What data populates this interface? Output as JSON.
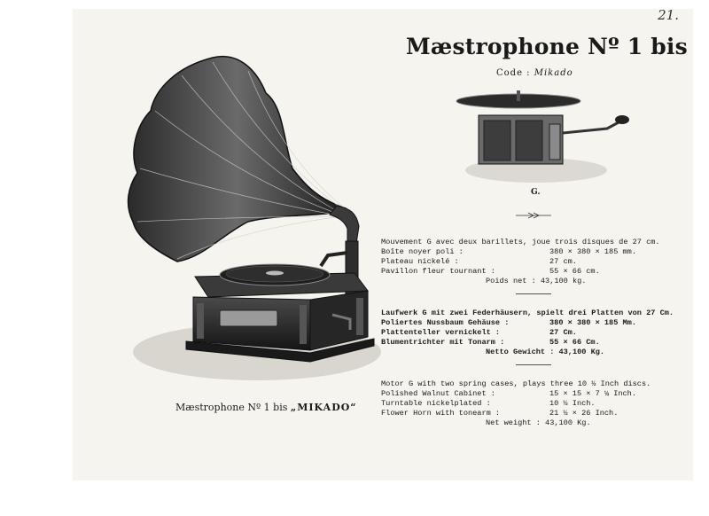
{
  "page_number": "21.",
  "title": "Mæstrophone Nº 1 bis",
  "code": {
    "label": "Code :",
    "value": "Mikado"
  },
  "figure_label": "G.",
  "main_caption": {
    "prefix": "Mæstrophone Nº 1 bis",
    "model": "„MIKADO“"
  },
  "specs_fr": {
    "intro": "Mouvement G avec deux barillets, joue trois disques de 27 cm.",
    "rows": [
      {
        "label": "Boîte noyer poli :",
        "value": "380 × 380 × 185 mm."
      },
      {
        "label": "Plateau nickelé :",
        "value": "27 cm."
      },
      {
        "label": "Pavillon fleur tournant :",
        "value": "55 × 66 cm."
      }
    ],
    "total": "Poids net : 43,100 kg."
  },
  "specs_de": {
    "intro": "Laufwerk G mit zwei Federhäusern, spielt drei Platten von 27 Cm.",
    "rows": [
      {
        "label": "Poliertes Nussbaum Gehäuse :",
        "value": "380 × 380 × 185 Mm."
      },
      {
        "label": "Plattenteller vernickelt :",
        "value": "27 Cm."
      },
      {
        "label": "Blumentrichter mit Tonarm :",
        "value": "55 × 66 Cm."
      }
    ],
    "total": "Netto Gewicht : 43,100 Kg."
  },
  "specs_en": {
    "intro": "Motor G with two spring cases, plays three 10 ½ Inch discs.",
    "rows": [
      {
        "label": "Polished Walnut Cabinet :",
        "value": "15 × 15 × 7 ¼ Inch."
      },
      {
        "label": "Turntable nickelplated :",
        "value": "10 ½ Inch."
      },
      {
        "label": "Flower Horn with tonearm :",
        "value": "21 ½ × 26 Inch."
      }
    ],
    "total": "Net weight : 43,100 Kg."
  }
}
